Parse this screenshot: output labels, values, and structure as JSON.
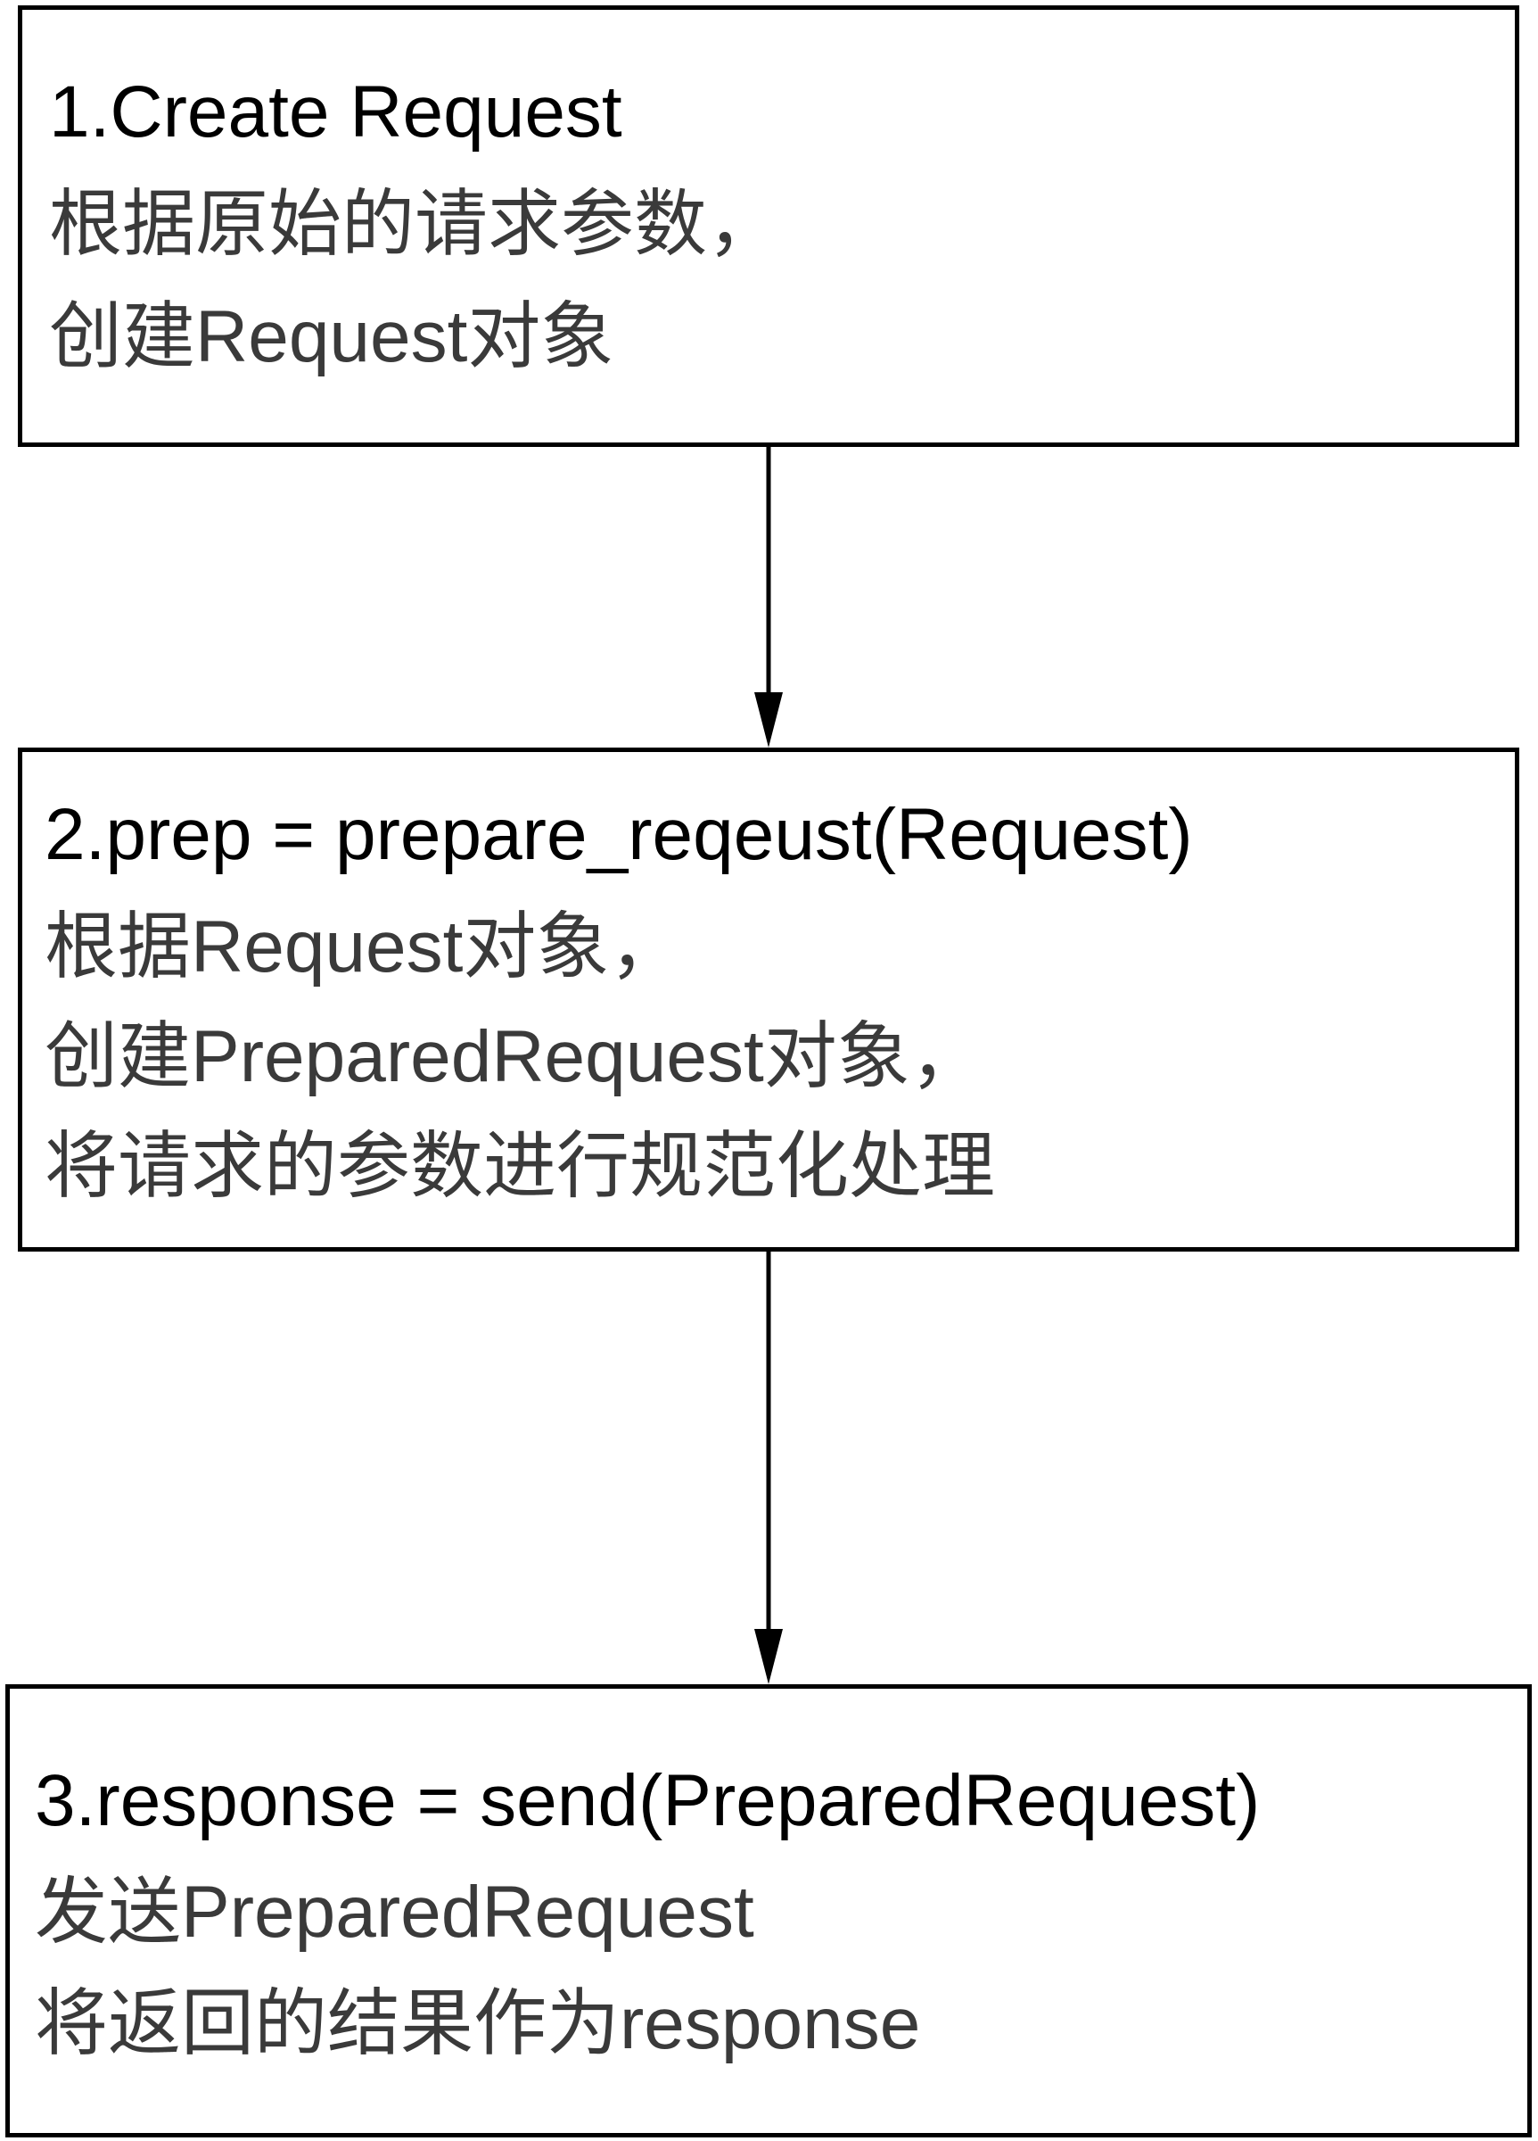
{
  "steps": [
    {
      "title": "1.Create Request",
      "lines": [
        "根据原始的请求参数，",
        "创建Request对象"
      ]
    },
    {
      "title": "2.prep = prepare_reqeust(Request)",
      "lines": [
        "根据Request对象，",
        "创建PreparedRequest对象，",
        "将请求的参数进行规范化处理"
      ]
    },
    {
      "title": "3.response = send(PreparedRequest)",
      "lines": [
        "发送PreparedRequest",
        "将返回的结果作为response"
      ]
    }
  ],
  "colors": {
    "border": "#000000",
    "title_text": "#000000",
    "body_text": "#3a3a3a",
    "arrow": "#000000"
  }
}
